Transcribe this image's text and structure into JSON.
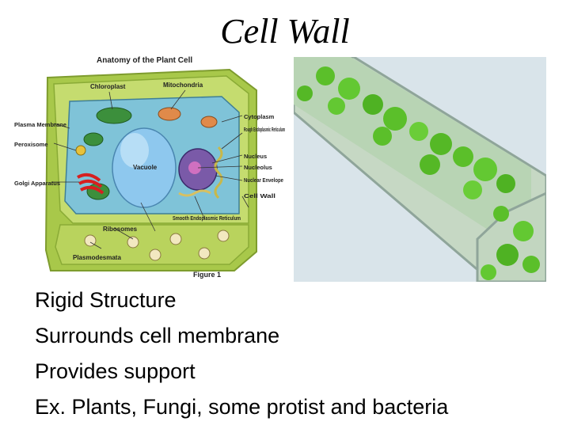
{
  "slide": {
    "title": "Cell Wall",
    "bullets": [
      "Rigid Structure",
      "Surrounds cell membrane",
      "Provides support",
      "Ex. Plants, Fungi, some protist and bacteria"
    ]
  },
  "diagram": {
    "heading": "Anatomy of the Plant Cell",
    "figure_caption": "Figure 1",
    "labels": {
      "chloroplast": "Chloroplast",
      "mitochondria": "Mitochondria",
      "plasma_membrane": "Plasma Membrane",
      "peroxisome": "Peroxisome",
      "golgi": "Golgi Apparatus",
      "vacuole": "Vacuole",
      "ribosomes": "Ribosomes",
      "plasmodesmata": "Plasmodesmata",
      "cytoplasm": "Cytoplasm",
      "rough_er": "Rough Endoplasmic Reticulum",
      "nucleus": "Nucleus",
      "nucleolus": "Nucleolus",
      "nuclear_envelope": "Nuclear Envelope",
      "cell_wall": "Cell Wall",
      "smooth_er": "Smooth Endoplasmic Reticulum"
    }
  },
  "colors": {
    "wall_green": "#a8c84a",
    "cytoplasm_blue": "#7fc3d8",
    "vacuole_blue": "#8ec8ee",
    "photo_green": "#5bbf2a"
  }
}
